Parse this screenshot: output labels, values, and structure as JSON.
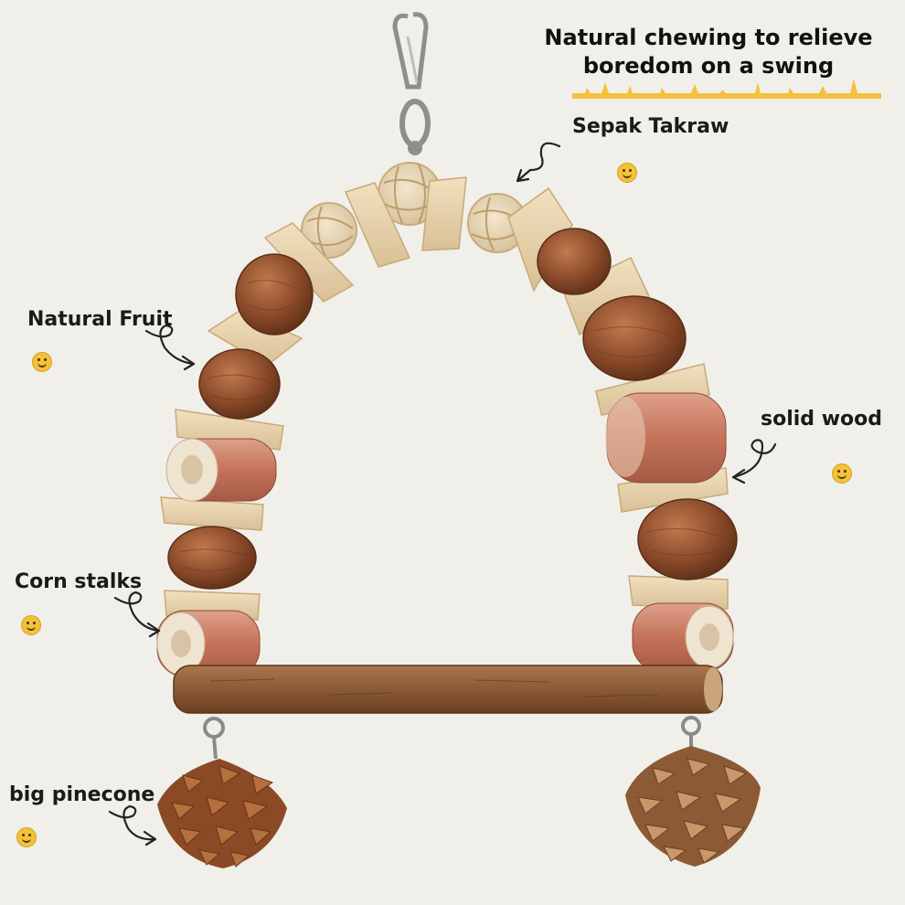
{
  "headline": {
    "line1": "Natural chewing to relieve",
    "line2": "boredom on a swing"
  },
  "labels": {
    "sepak_takraw": "Sepak Takraw",
    "natural_fruit": "Natural Fruit",
    "solid_wood": "solid wood",
    "corn_stalks": "Corn stalks",
    "big_pinecone": "big pinecone"
  },
  "colors": {
    "background": "#f1efea",
    "accent_yellow": "#f2c23a",
    "wood": "#e4cfa8",
    "nut": "#8a4a2a",
    "corn": "#c9826a",
    "perch": "#8b5a36",
    "pinecone": "#a5633a"
  },
  "icons": [
    "smiley-icon",
    "curly-arrow-icon",
    "snap-hook-icon"
  ]
}
